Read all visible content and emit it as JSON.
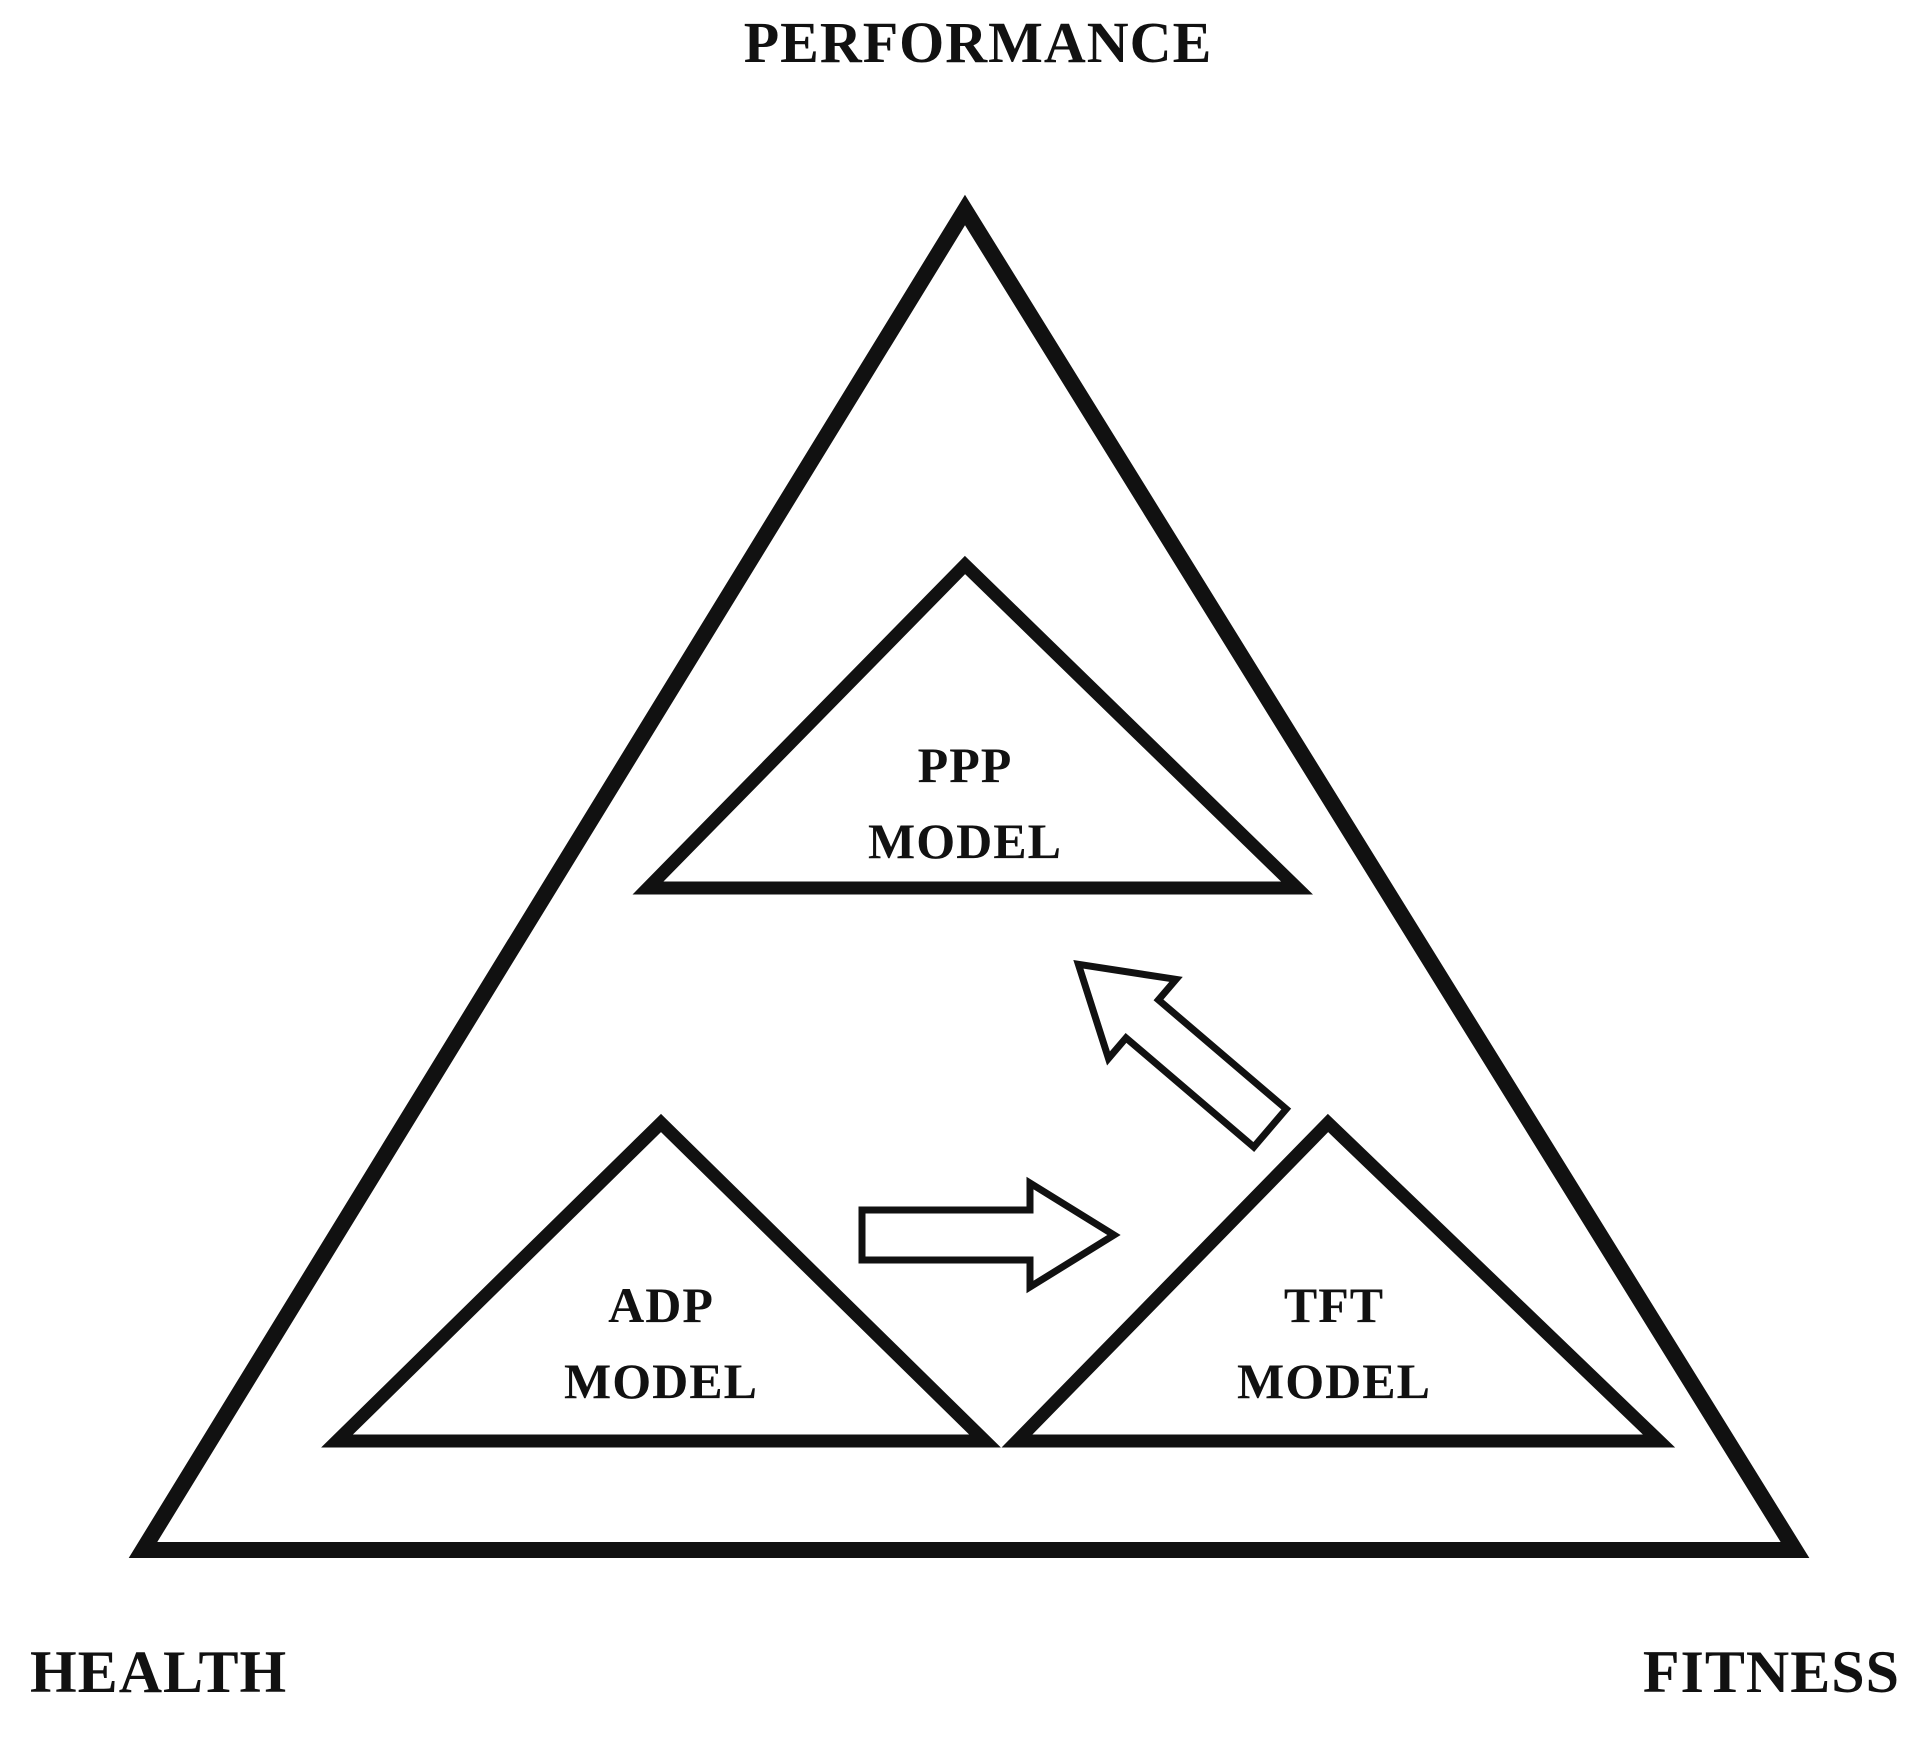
{
  "diagram": {
    "title": "PERFORMANCE",
    "corner_labels": {
      "bottom_left": "HEALTH",
      "bottom_right": "FITNESS"
    },
    "triangles": {
      "ppp": {
        "line1": "PPP",
        "line2": "MODEL"
      },
      "adp": {
        "line1": "ADP",
        "line2": "MODEL"
      },
      "tft": {
        "line1": "TFT",
        "line2": "MODEL"
      }
    },
    "arrows": {
      "adp_to_tft": "right",
      "tft_to_ppp": "up-left"
    },
    "colors": {
      "stroke": "#111111",
      "background": "#ffffff"
    }
  }
}
